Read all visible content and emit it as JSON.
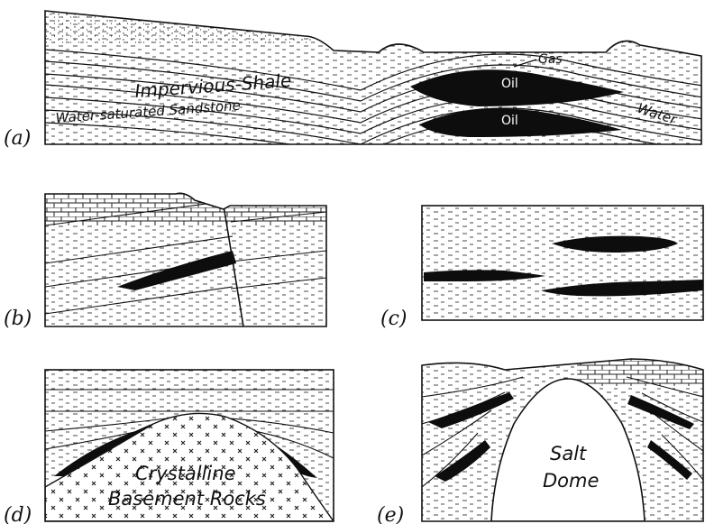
{
  "panels": {
    "a": {
      "label": "(a)",
      "impervious_shale": "Impervious-Shale",
      "water_sandstone": "Water-saturated Sandstone",
      "gas": "Gas",
      "oil_upper": "Oil",
      "oil_lower": "Oil",
      "water": "Water"
    },
    "b": {
      "label": "(b)"
    },
    "c": {
      "label": "(c)"
    },
    "d": {
      "label": "(d)",
      "rock_line1": "Crystalline",
      "rock_line2": "Basement Rocks"
    },
    "e": {
      "label": "(e)",
      "dome_line1": "Salt",
      "dome_line2": "Dome"
    }
  },
  "colors": {
    "ink": "#111111",
    "oil": "#0d0d0d",
    "background": "#ffffff"
  }
}
